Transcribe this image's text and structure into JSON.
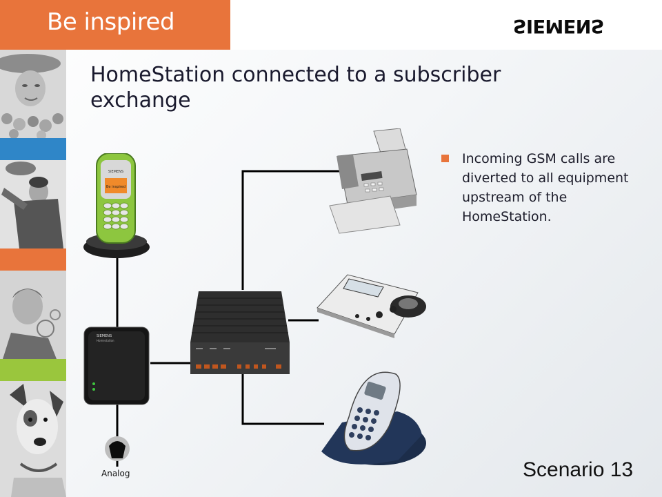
{
  "header": {
    "tagline": "Be inspired",
    "logo": "SIEMENS",
    "accent_color": "#e8743b"
  },
  "slide": {
    "title": "HomeStation connected to a subscriber exchange",
    "bullets": [
      "Incoming GSM calls are diverted to all equipment upstream of the HomeStation."
    ],
    "footer": "Scenario 13"
  },
  "diagram": {
    "devices": [
      {
        "id": "gsm-handset",
        "icon": "mobile-phone-icon"
      },
      {
        "id": "homestation",
        "icon": "homestation-icon"
      },
      {
        "id": "analog-socket",
        "icon": "phone-socket-icon",
        "label": "Analog"
      },
      {
        "id": "subscriber-exchange",
        "icon": "exchange-box-icon"
      },
      {
        "id": "fax",
        "icon": "fax-machine-icon"
      },
      {
        "id": "answering-machine",
        "icon": "answering-machine-icon"
      },
      {
        "id": "cordless-phone",
        "icon": "cordless-phone-icon"
      }
    ],
    "handset_screen": {
      "brand": "SIEMENS",
      "text": "Be inspired"
    },
    "homestation_text": {
      "brand": "SIEMENS",
      "model": "Homestation"
    },
    "strip_colors": [
      "#2f86c8",
      "#e8743b",
      "#9ac63d"
    ]
  }
}
